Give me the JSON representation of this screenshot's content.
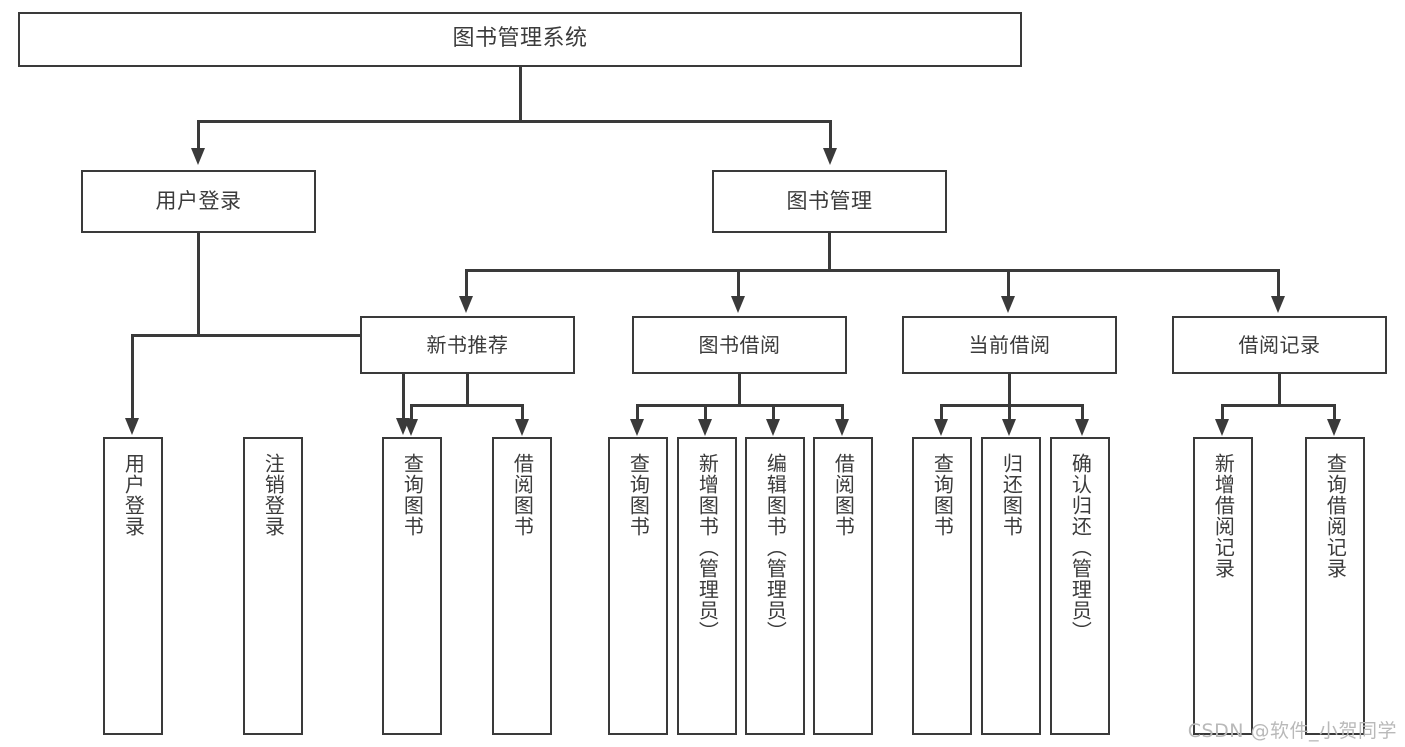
{
  "diagram": {
    "title": "图书管理系统",
    "watermark": "CSDN @软件_小贺同学",
    "root": {
      "label": "图书管理系统"
    },
    "level2": [
      {
        "label": "用户登录"
      },
      {
        "label": "图书管理"
      }
    ],
    "level3": [
      {
        "label": "新书推荐"
      },
      {
        "label": "图书借阅"
      },
      {
        "label": "当前借阅"
      },
      {
        "label": "借阅记录"
      }
    ],
    "leaves": {
      "user_login": [
        {
          "label": "用户登录"
        },
        {
          "label": "注销登录"
        }
      ],
      "new_book": [
        {
          "label": "查询图书"
        },
        {
          "label": "借阅图书"
        }
      ],
      "book_borrow": [
        {
          "label": "查询图书"
        },
        {
          "label": "新增图书（管理员）"
        },
        {
          "label": "编辑图书（管理员）"
        },
        {
          "label": "借阅图书"
        }
      ],
      "current_borrow": [
        {
          "label": "查询图书"
        },
        {
          "label": "归还图书"
        },
        {
          "label": "确认归还（管理员）"
        }
      ],
      "borrow_record": [
        {
          "label": "新增借阅记录"
        },
        {
          "label": "查询借阅记录"
        }
      ]
    }
  },
  "colors": {
    "stroke": "#3a3a3a",
    "text": "#3b3b3b",
    "background": "#ffffff",
    "watermark": "#b9b9b9"
  }
}
